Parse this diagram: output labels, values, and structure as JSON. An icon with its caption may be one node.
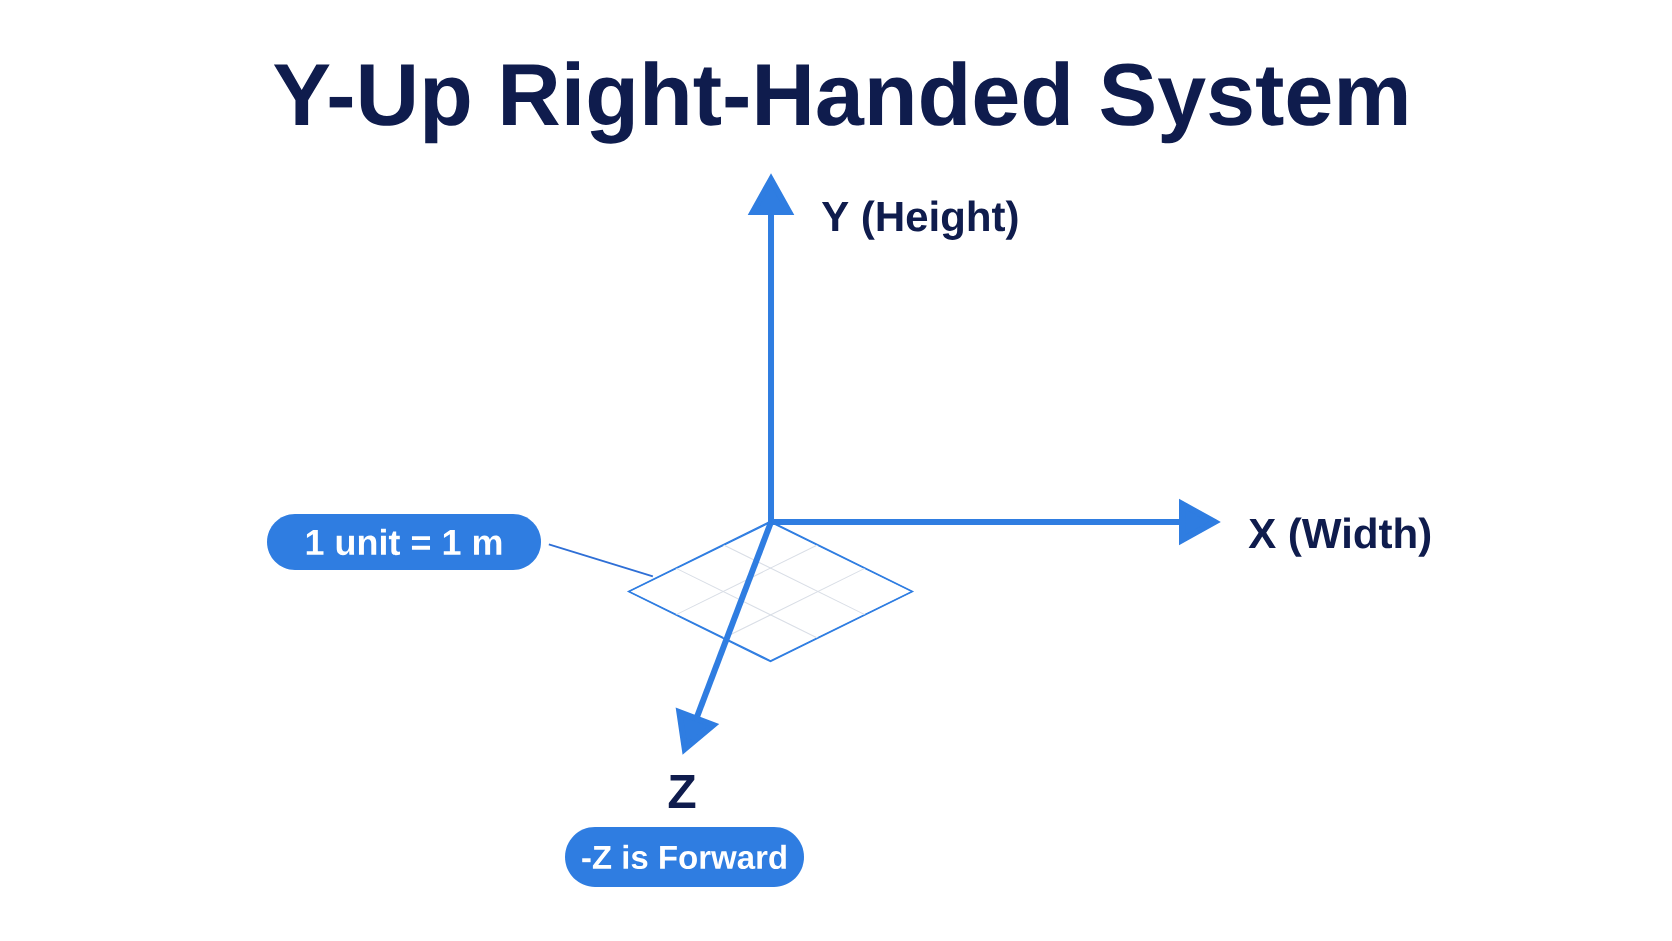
{
  "diagram": {
    "title": "Y-Up Right-Handed System",
    "nodes": [
      {
        "text": [
          "1 unit = 1 m"
        ]
      },
      {
        "text": [],
        "shape": "grid"
      },
      {
        "text": [
          "-Z is Forward"
        ]
      }
    ],
    "edges": [
      {
        "from": 0,
        "to": 1,
        "arrow": "none"
      }
    ],
    "labels": [
      "Y (Height)",
      "X (Width)",
      "Z"
    ]
  }
}
